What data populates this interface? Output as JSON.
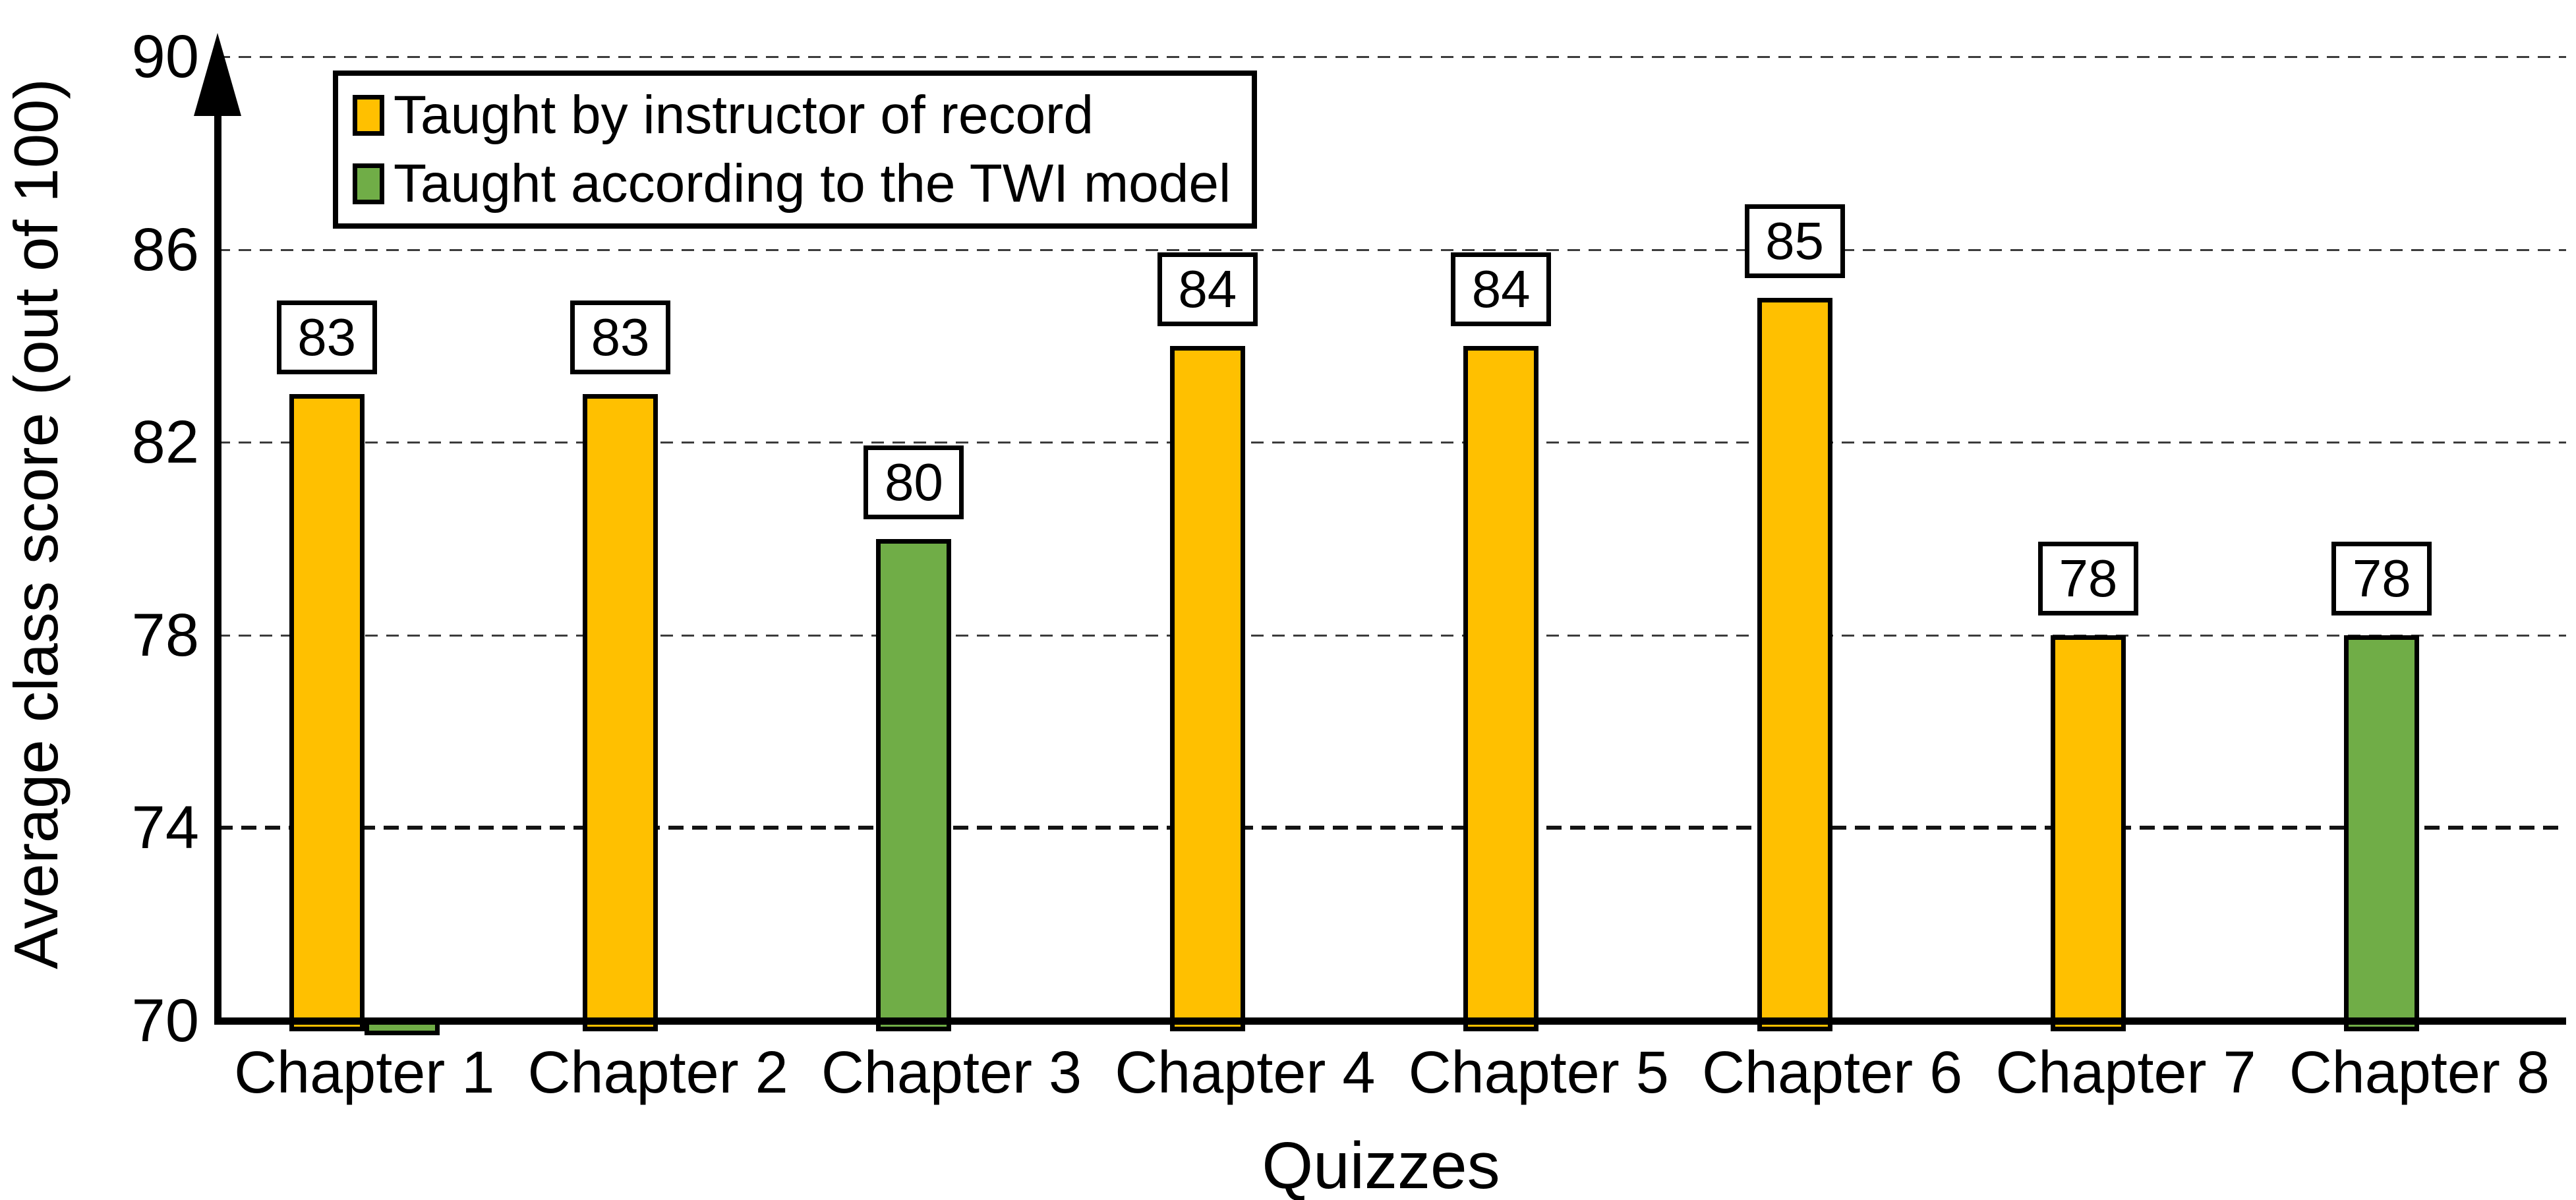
{
  "chart_data": {
    "type": "bar",
    "title": "",
    "xlabel": "Quizzes",
    "ylabel": "Average class score (out of 100)",
    "ylim": [
      70,
      90
    ],
    "yticks": [
      70,
      74,
      78,
      82,
      86,
      90
    ],
    "emphasized_gridline": 74,
    "grid": "horizontal dashed",
    "legend_position": "top-left",
    "categories": [
      "Chapter 1",
      "Chapter 2",
      "Chapter 3",
      "Chapter 4",
      "Chapter 5",
      "Chapter 6",
      "Chapter 7",
      "Chapter 8"
    ],
    "series": [
      {
        "name": "Taught by instructor of record",
        "key": "instructor",
        "color": "#FFC000",
        "values": [
          83,
          83,
          null,
          84,
          84,
          85,
          78,
          null
        ]
      },
      {
        "name": "Taught according to the TWI model",
        "key": "twi",
        "color": "#70AD47",
        "values": [
          70,
          null,
          80,
          null,
          null,
          null,
          null,
          78
        ]
      }
    ],
    "visible_bars": [
      {
        "category": "Chapter 1",
        "series": "instructor",
        "value": 83,
        "data_label": "83"
      },
      {
        "category": "Chapter 1",
        "series": "twi",
        "value": 70,
        "data_label": null
      },
      {
        "category": "Chapter 2",
        "series": "instructor",
        "value": 83,
        "data_label": "83"
      },
      {
        "category": "Chapter 3",
        "series": "twi",
        "value": 80,
        "data_label": "80"
      },
      {
        "category": "Chapter 4",
        "series": "instructor",
        "value": 84,
        "data_label": "84"
      },
      {
        "category": "Chapter 5",
        "series": "instructor",
        "value": 84,
        "data_label": "84"
      },
      {
        "category": "Chapter 6",
        "series": "instructor",
        "value": 85,
        "data_label": "85"
      },
      {
        "category": "Chapter 7",
        "series": "instructor",
        "value": 78,
        "data_label": "78"
      },
      {
        "category": "Chapter 8",
        "series": "twi",
        "value": 78,
        "data_label": "78"
      }
    ]
  },
  "colors": {
    "bar_border": "#000000",
    "instructor": "#FFC000",
    "twi": "#70AD47",
    "gridline": "#3c3c3c",
    "axis": "#000000",
    "background": "#ffffff"
  }
}
